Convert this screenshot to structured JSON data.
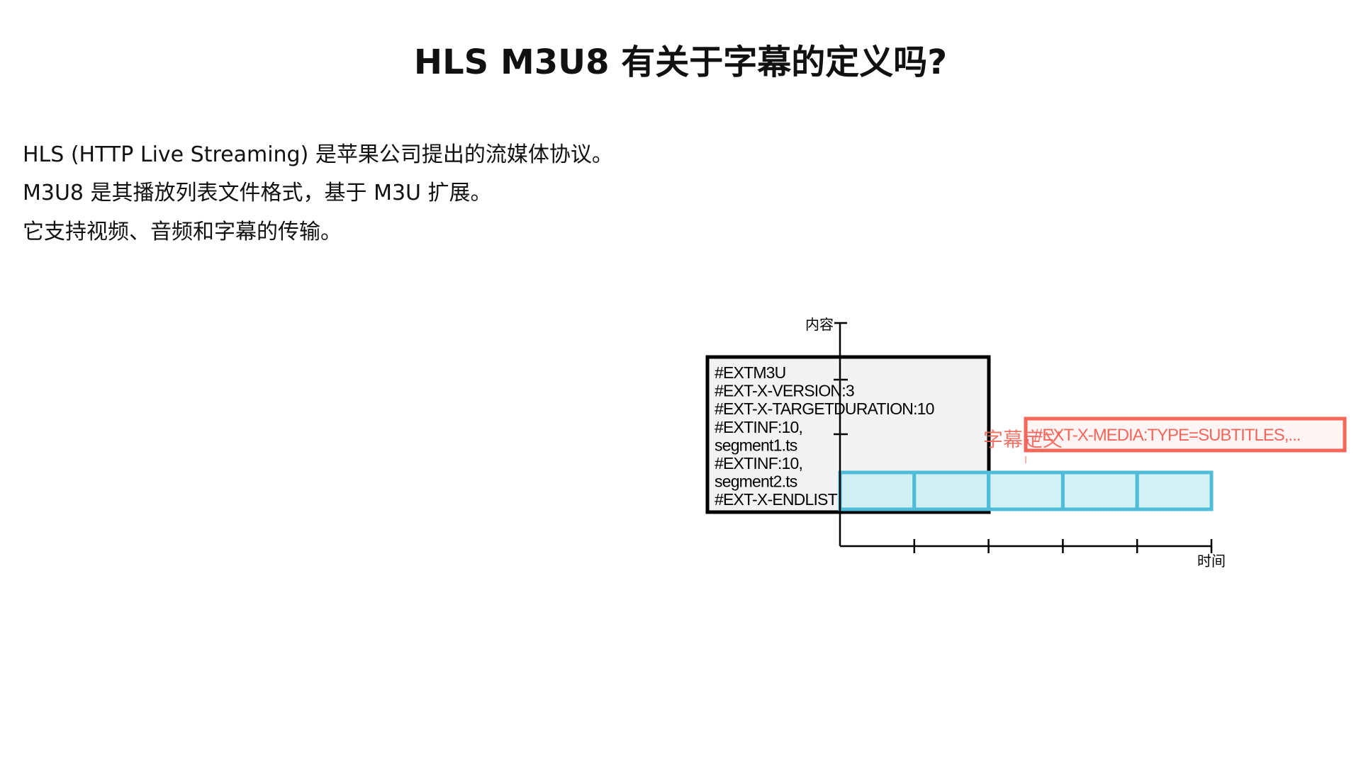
{
  "title": "HLS M3U8 有关于字幕的定义吗?",
  "intro": [
    "HLS (HTTP Live Streaming) 是苹果公司提出的流媒体协议。",
    "M3U8 是其播放列表文件格式，基于 M3U 扩展。",
    "它支持视频、音频和字幕的传输。"
  ],
  "diagram": {
    "y_axis_label": "内容",
    "x_axis_label": "时间",
    "playlist_lines": [
      "#EXTM3U",
      "#EXT-X-VERSION:3",
      "#EXT-X-TARGETDURATION:10",
      "#EXTINF:10,",
      "segment1.ts",
      "#EXTINF:10,",
      "segment2.ts",
      "#EXT-X-ENDLIST"
    ],
    "subtitle_label": "字幕定义",
    "subtitle_tag": "#EXT-X-MEDIA:TYPE=SUBTITLES,...",
    "segment_count": 5,
    "colors": {
      "segment_stroke": "#4fbcd8",
      "segment_fill": "#cdeef5",
      "playlist_fill": "#f2f2f2",
      "subtitle": "#f4665a"
    }
  }
}
